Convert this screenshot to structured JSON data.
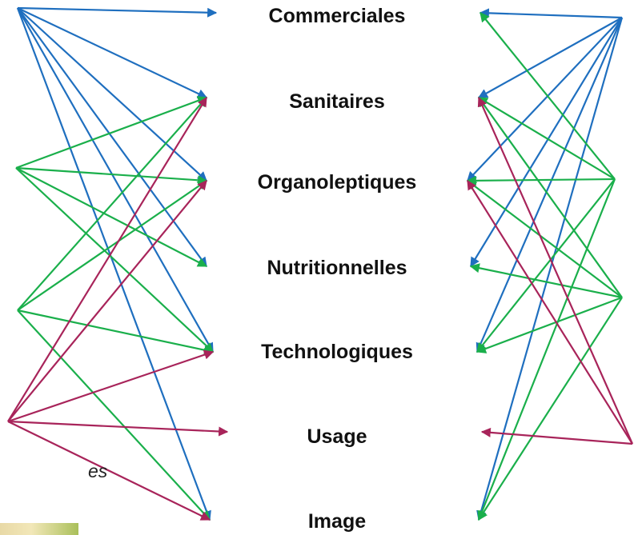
{
  "categories": [
    {
      "id": "commerciales",
      "label": "Commerciales"
    },
    {
      "id": "sanitaires",
      "label": "Sanitaires"
    },
    {
      "id": "organoleptiques",
      "label": "Organoleptiques"
    },
    {
      "id": "nutritionnelles",
      "label": "Nutritionnelles"
    },
    {
      "id": "technologiques",
      "label": "Technologiques"
    },
    {
      "id": "usage",
      "label": "Usage"
    },
    {
      "id": "image",
      "label": "Image"
    }
  ],
  "cropped_text": "es",
  "colors": {
    "blue": "#1f6fbf",
    "green": "#1aaf4b",
    "red": "#a8245a",
    "text": "#111111"
  },
  "left_links": {
    "blue": [
      "commerciales",
      "sanitaires",
      "organoleptiques",
      "nutritionnelles",
      "technologiques",
      "image"
    ],
    "green_top": [
      "sanitaires",
      "organoleptiques",
      "nutritionnelles",
      "technologiques"
    ],
    "green_mid": [
      "sanitaires",
      "organoleptiques",
      "technologiques",
      "image"
    ],
    "red": [
      "sanitaires",
      "organoleptiques",
      "technologiques",
      "usage",
      "image"
    ]
  },
  "right_links": {
    "blue": [
      "commerciales",
      "sanitaires",
      "organoleptiques",
      "nutritionnelles",
      "technologiques",
      "image"
    ],
    "green_top": [
      "commerciales",
      "sanitaires",
      "organoleptiques",
      "technologiques",
      "image"
    ],
    "green_mid": [
      "sanitaires",
      "organoleptiques",
      "nutritionnelles",
      "technologiques",
      "image"
    ],
    "red": [
      "sanitaires",
      "organoleptiques",
      "usage"
    ]
  }
}
